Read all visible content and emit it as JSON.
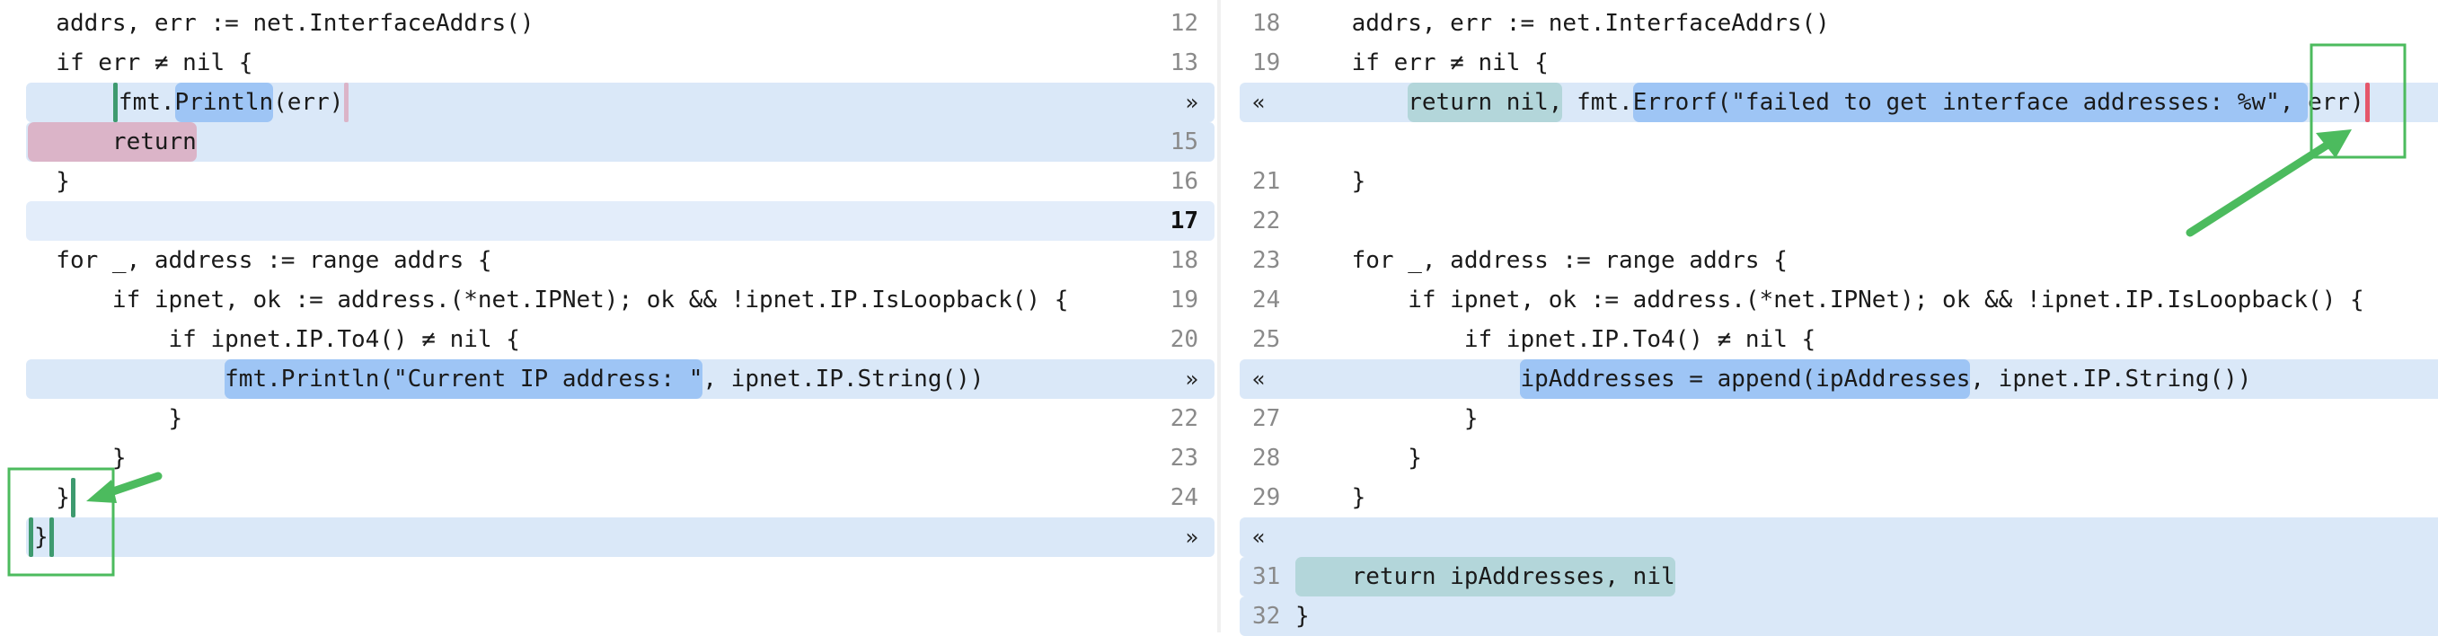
{
  "left": {
    "rows": [
      {
        "num": "12",
        "segs": [
          {
            "t": "  addrs, err := net.InterfaceAddrs()"
          }
        ]
      },
      {
        "num": "13",
        "segs": [
          {
            "t": "  if err ≠ nil {"
          }
        ]
      },
      {
        "action": "»",
        "changed": true,
        "segs": [
          {
            "t": "      "
          },
          {
            "caret": "green"
          },
          {
            "t": "fmt."
          },
          {
            "t": "Println",
            "hl": "blue"
          },
          {
            "t": "(err)"
          },
          {
            "caret": "pink"
          }
        ]
      },
      {
        "num": "15",
        "changed": true,
        "segs": [
          {
            "t": "      return",
            "hl": "pink"
          }
        ]
      },
      {
        "num": "16",
        "segs": [
          {
            "t": "  }"
          }
        ]
      },
      {
        "num": "17",
        "changed": true,
        "light": true,
        "bold": true,
        "segs": [
          {
            "t": ""
          }
        ]
      },
      {
        "num": "18",
        "segs": [
          {
            "t": "  for _, address := range addrs {"
          }
        ]
      },
      {
        "num": "19",
        "segs": [
          {
            "t": "      if ipnet, ok := address.(*net.IPNet); ok && !ipnet.IP.IsLoopback() {"
          }
        ]
      },
      {
        "num": "20",
        "segs": [
          {
            "t": "          if ipnet.IP.To4() ≠ nil {"
          }
        ]
      },
      {
        "action": "»",
        "changed": true,
        "segs": [
          {
            "t": "              "
          },
          {
            "t": "fmt.Println(\"Current IP address: \"",
            "hl": "blue"
          },
          {
            "t": ", ipnet.IP.String())"
          }
        ]
      },
      {
        "num": "22",
        "segs": [
          {
            "t": "          }"
          }
        ]
      },
      {
        "num": "23",
        "segs": [
          {
            "t": "      }"
          }
        ]
      },
      {
        "num": "24",
        "segs": [
          {
            "t": "  }"
          },
          {
            "caret": "green"
          }
        ]
      },
      {
        "action": "»",
        "changed": true,
        "segs": [
          {
            "caret": "green"
          },
          {
            "t": "}"
          },
          {
            "caret": "green"
          }
        ]
      }
    ]
  },
  "right": {
    "rows": [
      {
        "num": "18",
        "segs": [
          {
            "t": "    addrs, err := net.InterfaceAddrs()"
          }
        ]
      },
      {
        "num": "19",
        "segs": [
          {
            "t": "    if err ≠ nil {"
          }
        ]
      },
      {
        "action": "«",
        "changed": true,
        "segs": [
          {
            "t": "        "
          },
          {
            "t": "return nil,",
            "hl": "teal"
          },
          {
            "t": " fmt."
          },
          {
            "t": "Errorf(\"failed to get interface addresses: %w\", ",
            "hl": "blue"
          },
          {
            "t": "err)"
          },
          {
            "caret": "red"
          }
        ]
      },
      {
        "segs": [
          {
            "t": ""
          }
        ]
      },
      {
        "num": "21",
        "segs": [
          {
            "t": "    }"
          }
        ]
      },
      {
        "num": "22",
        "segs": [
          {
            "t": ""
          }
        ]
      },
      {
        "num": "23",
        "segs": [
          {
            "t": "    for _, address := range addrs {"
          }
        ]
      },
      {
        "num": "24",
        "segs": [
          {
            "t": "        if ipnet, ok := address.(*net.IPNet); ok && !ipnet.IP.IsLoopback() {"
          }
        ]
      },
      {
        "num": "25",
        "segs": [
          {
            "t": "            if ipnet.IP.To4() ≠ nil {"
          }
        ]
      },
      {
        "action": "«",
        "changed": true,
        "segs": [
          {
            "t": "                "
          },
          {
            "t": "ipAddresses = append(ipAddresses",
            "hl": "blue"
          },
          {
            "t": ", ipnet.IP.String())"
          }
        ]
      },
      {
        "num": "27",
        "segs": [
          {
            "t": "            }"
          }
        ]
      },
      {
        "num": "28",
        "segs": [
          {
            "t": "        }"
          }
        ]
      },
      {
        "num": "29",
        "segs": [
          {
            "t": "    }"
          }
        ]
      },
      {
        "action": "«",
        "changed": true,
        "segs": [
          {
            "t": ""
          }
        ]
      },
      {
        "num": "31",
        "changed": true,
        "segs": [
          {
            "t": "    return ipAddresses, nil",
            "hl": "teal"
          }
        ]
      },
      {
        "num": "32",
        "changed": true,
        "segs": [
          {
            "t": "}"
          }
        ]
      }
    ]
  },
  "colors": {
    "annotation": "#4cbb5e",
    "row_changed": "#dae8f8",
    "inline_blue": "#9ec5f5",
    "inline_pink": "#dbb4c8",
    "inline_teal": "#b3d6da"
  }
}
